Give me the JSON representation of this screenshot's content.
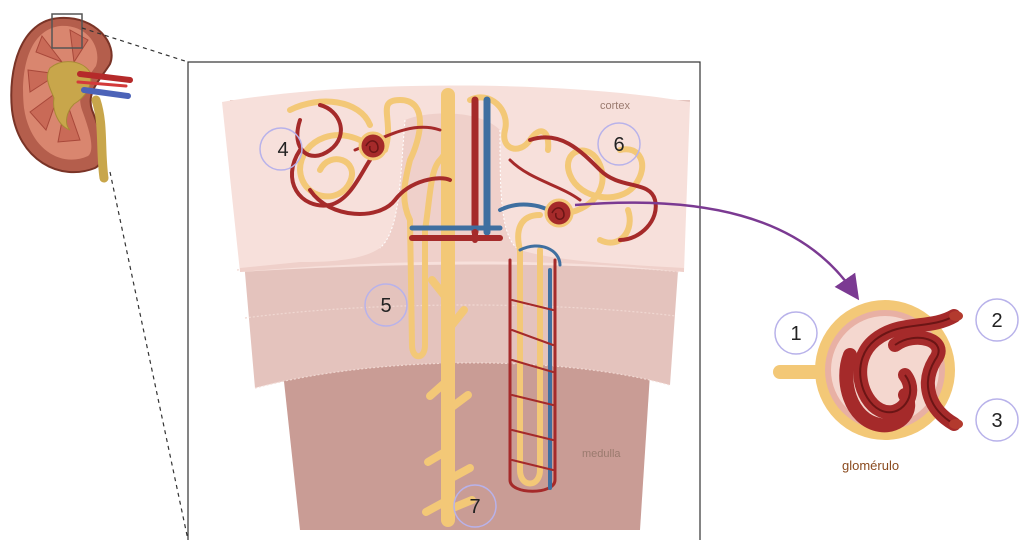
{
  "labels": {
    "cortex": "cortex",
    "medulla": "medulla",
    "glomerulo": "glomérulo"
  },
  "markers": [
    "1",
    "2",
    "3",
    "4",
    "5",
    "6",
    "7"
  ],
  "colors": {
    "cortex": "#f7e0db",
    "outer_medulla": "#e4c3bd",
    "inner_medulla": "#c99c95",
    "tubule": "#f3c877",
    "artery": "#a52a2a",
    "vein": "#3f6fa0",
    "marker_ring": "#b8b2ea",
    "arrow": "#7b3a92"
  }
}
